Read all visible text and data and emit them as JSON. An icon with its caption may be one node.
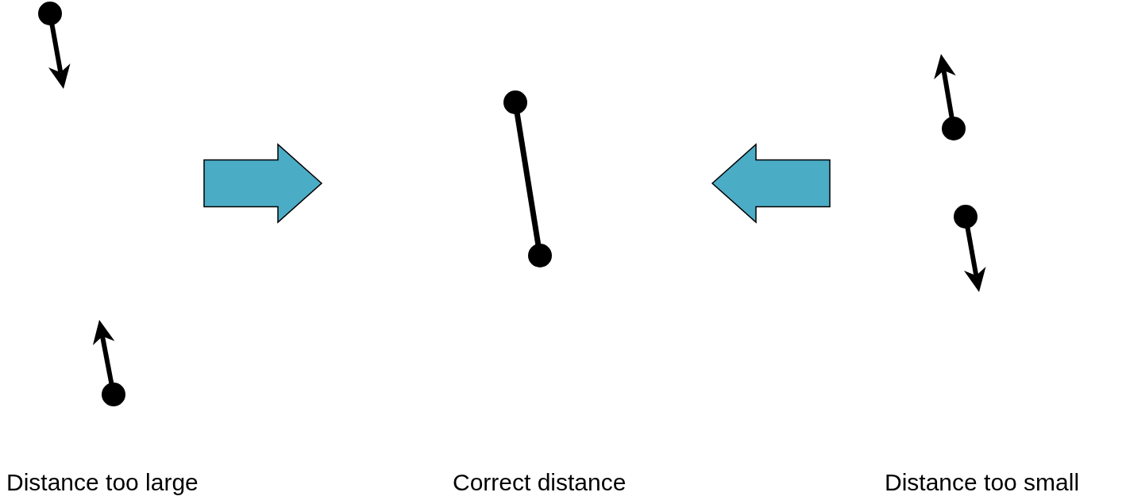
{
  "diagram": {
    "labels": [
      "Distance too large",
      "Correct distance",
      "Distance too small"
    ]
  }
}
